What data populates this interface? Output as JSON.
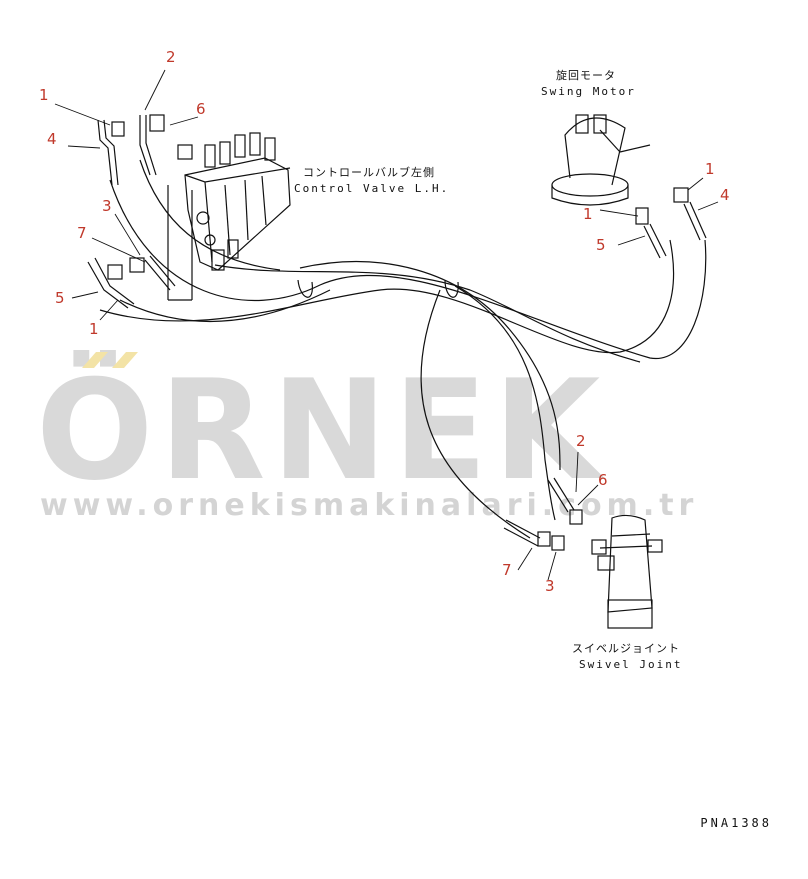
{
  "labels": {
    "control_valve_jp": "コントロールバルブ左側",
    "control_valve_en": "Control Valve L.H.",
    "swing_motor_jp": "旋回モータ",
    "swing_motor_en": "Swing Motor",
    "swivel_joint_jp": "スイベルジョイント",
    "swivel_joint_en": "Swivel Joint"
  },
  "part_numbers": [
    {
      "id": "p1a",
      "text": "1"
    },
    {
      "id": "p2a",
      "text": "2"
    },
    {
      "id": "p6a",
      "text": "6"
    },
    {
      "id": "p4a",
      "text": "4"
    },
    {
      "id": "p3a",
      "text": "3"
    },
    {
      "id": "p7a",
      "text": "7"
    },
    {
      "id": "p5a",
      "text": "5"
    },
    {
      "id": "p1b",
      "text": "1"
    },
    {
      "id": "p1c",
      "text": "1"
    },
    {
      "id": "p4b",
      "text": "4"
    },
    {
      "id": "p1d",
      "text": "1"
    },
    {
      "id": "p5b",
      "text": "5"
    },
    {
      "id": "p2b",
      "text": "2"
    },
    {
      "id": "p6b",
      "text": "6"
    },
    {
      "id": "p7b",
      "text": "7"
    },
    {
      "id": "p3b",
      "text": "3"
    }
  ],
  "watermark": {
    "brand": "ÖRNEK",
    "url": "www.ornekismakinalari.com.tr",
    "accent_color": "#f3e3a6"
  },
  "drawing_code": "PNA1388",
  "colors": {
    "line": "#111111",
    "callout": "#c0392b",
    "watermark": "#d9d9d9"
  }
}
